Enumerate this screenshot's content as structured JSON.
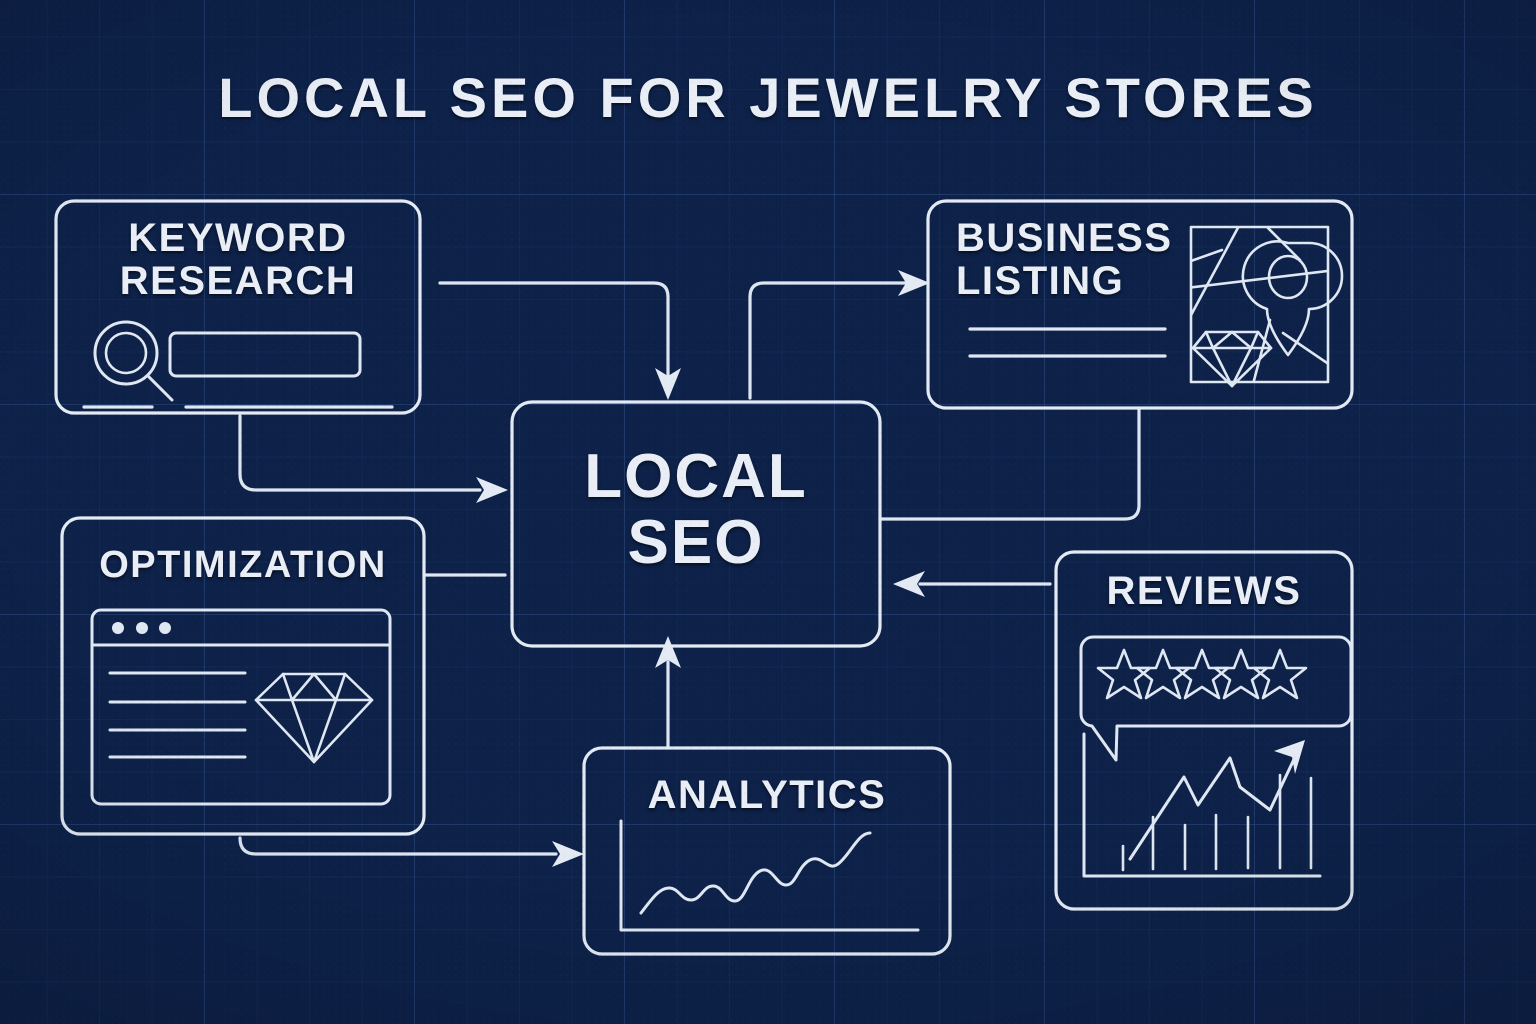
{
  "page": {
    "title": "LOCAL SEO FOR JEWELRY STORES",
    "background_color": "#0d2149",
    "line_color": "#e3eaf4",
    "grid_color": "#5a87d2",
    "style": "blueprint"
  },
  "hub": {
    "label": "LOCAL\nSEO",
    "name": "local-seo"
  },
  "nodes": [
    {
      "id": "keyword-research",
      "label": "KEYWORD\nRESEARCH",
      "icon": "search-bar-icon",
      "position": "top-left"
    },
    {
      "id": "business-listing",
      "label": "BUSINESS\nLISTING",
      "icon": "map-pin-diamond-icon",
      "position": "top-right"
    },
    {
      "id": "optimization",
      "label": "OPTIMIZATION",
      "icon": "browser-window-diamond-icon",
      "position": "mid-left"
    },
    {
      "id": "reviews",
      "label": "REVIEWS",
      "icon": "star-rating-growth-chart-icon",
      "position": "mid-right"
    },
    {
      "id": "analytics",
      "label": "ANALYTICS",
      "icon": "line-chart-icon",
      "position": "bottom-center"
    }
  ],
  "connections": [
    {
      "from": "keyword-research",
      "to": "local-seo",
      "arrow": "down"
    },
    {
      "from": "keyword-research",
      "to": "local-seo",
      "arrow": "right"
    },
    {
      "from": "local-seo",
      "to": "business-listing",
      "arrow": "right"
    },
    {
      "from": "business-listing",
      "to": "local-seo",
      "arrow": "none"
    },
    {
      "from": "optimization",
      "to": "local-seo",
      "arrow": "none"
    },
    {
      "from": "optimization",
      "to": "analytics",
      "arrow": "right"
    },
    {
      "from": "analytics",
      "to": "local-seo",
      "arrow": "up"
    },
    {
      "from": "reviews",
      "to": "local-seo",
      "arrow": "left"
    }
  ],
  "icon_details": {
    "reviews_stars": 5,
    "optimization_window_dots": 3,
    "optimization_text_lines": 4,
    "business_listing_text_lines": 2,
    "reviews_chart_bars": 7
  }
}
